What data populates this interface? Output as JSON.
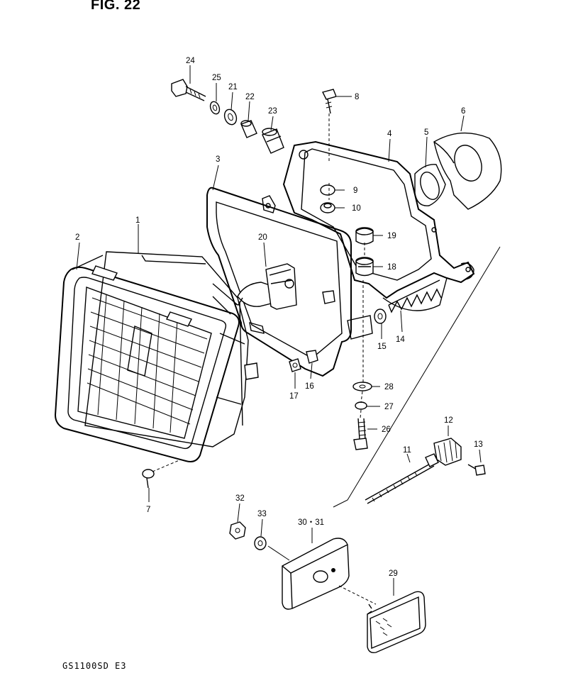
{
  "figure": {
    "title": "FIG. 22",
    "model": "GS1100SD  E3"
  },
  "callouts": [
    {
      "id": "c1",
      "label": "1"
    },
    {
      "id": "c2",
      "label": "2"
    },
    {
      "id": "c3",
      "label": "3"
    },
    {
      "id": "c4",
      "label": "4"
    },
    {
      "id": "c5",
      "label": "5"
    },
    {
      "id": "c6",
      "label": "6"
    },
    {
      "id": "c7",
      "label": "7"
    },
    {
      "id": "c8",
      "label": "8"
    },
    {
      "id": "c9",
      "label": "9"
    },
    {
      "id": "c10",
      "label": "10"
    },
    {
      "id": "c11",
      "label": "11"
    },
    {
      "id": "c12",
      "label": "12"
    },
    {
      "id": "c13",
      "label": "13"
    },
    {
      "id": "c14",
      "label": "14"
    },
    {
      "id": "c15",
      "label": "15"
    },
    {
      "id": "c16",
      "label": "16"
    },
    {
      "id": "c17",
      "label": "17"
    },
    {
      "id": "c18",
      "label": "18"
    },
    {
      "id": "c19",
      "label": "19"
    },
    {
      "id": "c20",
      "label": "20"
    },
    {
      "id": "c21",
      "label": "21"
    },
    {
      "id": "c22",
      "label": "22"
    },
    {
      "id": "c23",
      "label": "23"
    },
    {
      "id": "c24",
      "label": "24"
    },
    {
      "id": "c25",
      "label": "25"
    },
    {
      "id": "c26",
      "label": "26"
    },
    {
      "id": "c27",
      "label": "27"
    },
    {
      "id": "c28",
      "label": "28"
    },
    {
      "id": "c29",
      "label": "29"
    },
    {
      "id": "c30_31",
      "label": "30・31"
    },
    {
      "id": "c32",
      "label": "32"
    },
    {
      "id": "c33",
      "label": "33"
    }
  ]
}
